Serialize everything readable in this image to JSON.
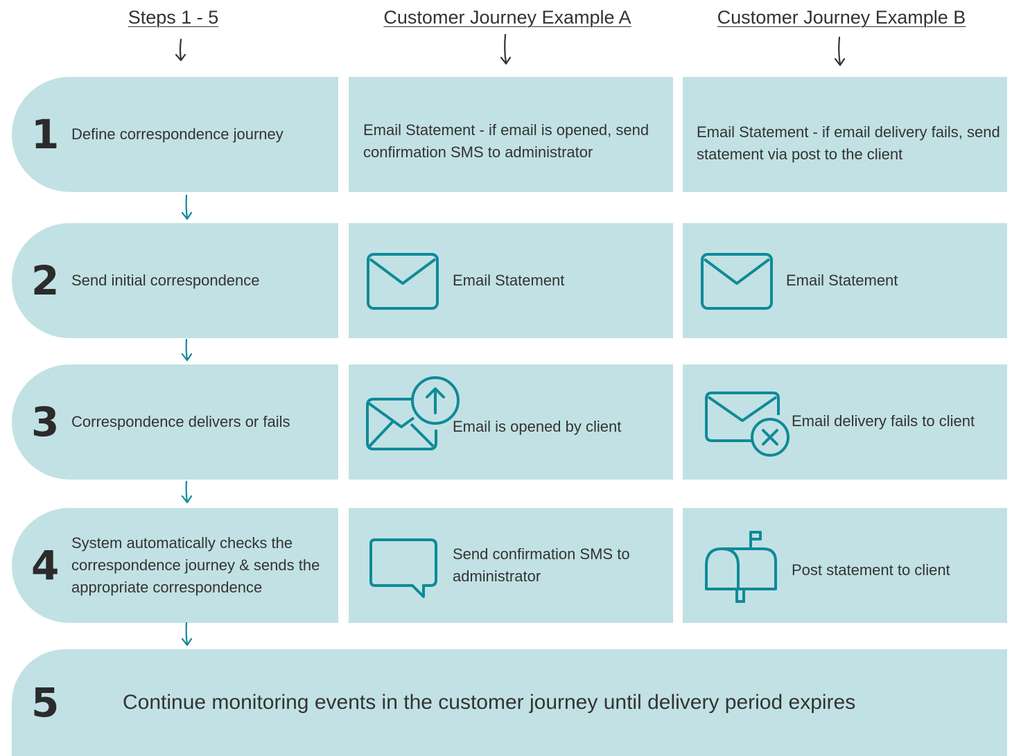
{
  "headers": {
    "steps": "Steps 1 - 5",
    "journey_a": "Customer Journey Example A",
    "journey_b": "Customer Journey Example B"
  },
  "colors": {
    "panel": "#c2e1e4",
    "teal": "#0f8a98",
    "text": "#333333"
  },
  "steps": [
    {
      "number": "1",
      "text": "Define correspondence journey"
    },
    {
      "number": "2",
      "text": "Send initial correspondence"
    },
    {
      "number": "3",
      "text": "Correspondence delivers or fails"
    },
    {
      "number": "4",
      "text": "System automatically checks the correspondence journey & sends the appropriate correspondence"
    },
    {
      "number": "5",
      "text": "Continue monitoring events in the customer journey until delivery period expires"
    }
  ],
  "journey_a": [
    {
      "text": "Email Statement - if email is opened, send confirmation SMS to administrator",
      "icon": ""
    },
    {
      "text": "Email Statement",
      "icon": "envelope-icon"
    },
    {
      "text": "Email is opened by client",
      "icon": "envelope-opened-arrow-icon"
    },
    {
      "text": "Send confirmation SMS to administrator",
      "icon": "chat-bubble-icon"
    }
  ],
  "journey_b": [
    {
      "text": "Email Statement - if email delivery fails, send statement via post to the client",
      "icon": ""
    },
    {
      "text": "Email Statement",
      "icon": "envelope-icon"
    },
    {
      "text": "Email delivery fails to client",
      "icon": "envelope-failed-icon"
    },
    {
      "text": "Post statement to client",
      "icon": "mailbox-icon"
    }
  ]
}
